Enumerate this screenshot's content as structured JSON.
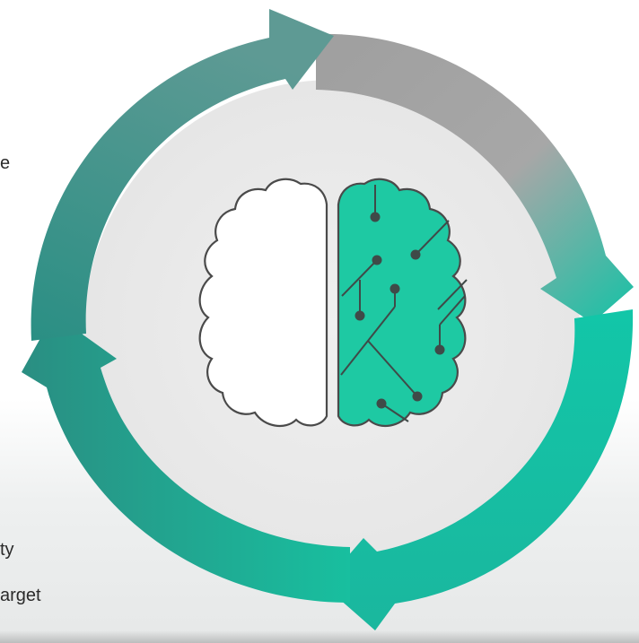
{
  "edge_text": {
    "fragment_1": "e",
    "fragment_2": "ty",
    "fragment_3": "arget"
  },
  "colors": {
    "arrow_gray": "#a8a8a8",
    "arrow_teal_dark": "#2e8a7e",
    "arrow_teal_bright": "#14c2a6",
    "inner_disc": "#ebebeb",
    "brain_right": "#1ec9a3",
    "brain_left": "#ffffff",
    "brain_outline": "#4a4a4a"
  },
  "icons": {
    "center": "brain-circuit-icon"
  }
}
